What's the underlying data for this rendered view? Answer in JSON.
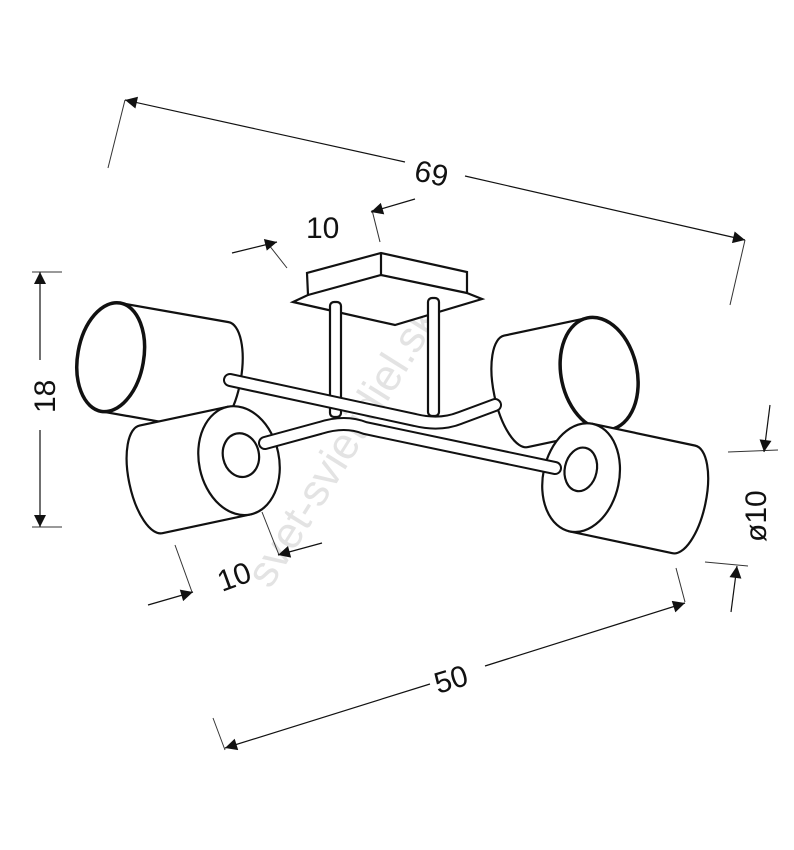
{
  "dimensions": {
    "overall_width": "69",
    "canopy_width": "10",
    "height": "18",
    "shade_length": "10",
    "arm_span": "50",
    "shade_diameter": "ø10"
  },
  "watermark": "svet-svietidiel.sk"
}
